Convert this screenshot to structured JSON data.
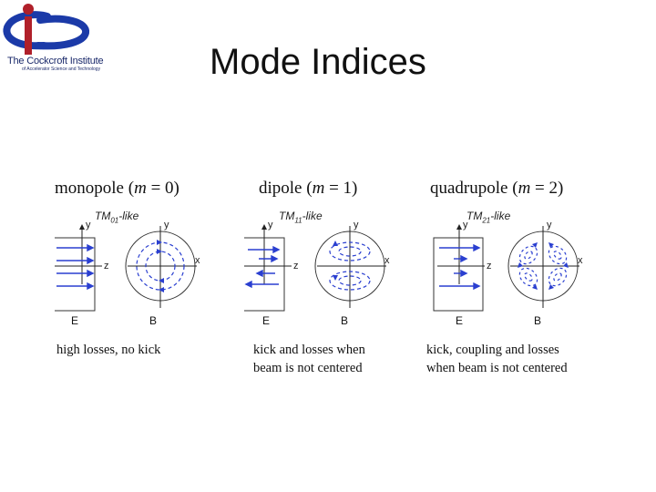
{
  "header": {
    "logo_text": "The Cockcroft Institute",
    "logo_subtext": "of Accelerator Science and Technology",
    "title": "Mode Indices"
  },
  "modes": [
    {
      "name": "monopole",
      "m_text": "m",
      "eq_text": " = 0)",
      "like_main": "TM",
      "like_sub": "01",
      "like_suffix": "-like",
      "e_label": "E",
      "b_label": "B",
      "desc_line1": "high losses, no kick",
      "desc_line2": ""
    },
    {
      "name": "dipole",
      "m_text": "m",
      "eq_text": " = 1)",
      "like_main": "TM",
      "like_sub": "11",
      "like_suffix": "-like",
      "e_label": "E",
      "b_label": "B",
      "desc_line1": "kick and losses when",
      "desc_line2": "beam is not centered"
    },
    {
      "name": "quadrupole",
      "m_text": "m",
      "eq_text": " = 2)",
      "like_main": "TM",
      "like_sub": "21",
      "like_suffix": "-like",
      "e_label": "E",
      "b_label": "B",
      "desc_line1": "kick, coupling and losses",
      "desc_line2": "when beam is not centered"
    }
  ],
  "axes": {
    "y": "y",
    "z": "z",
    "x": "x"
  },
  "colors": {
    "field_lines": "#2a3fd0",
    "outline": "#333333",
    "logo_red": "#b0202a",
    "logo_blue": "#1b3aa8"
  }
}
